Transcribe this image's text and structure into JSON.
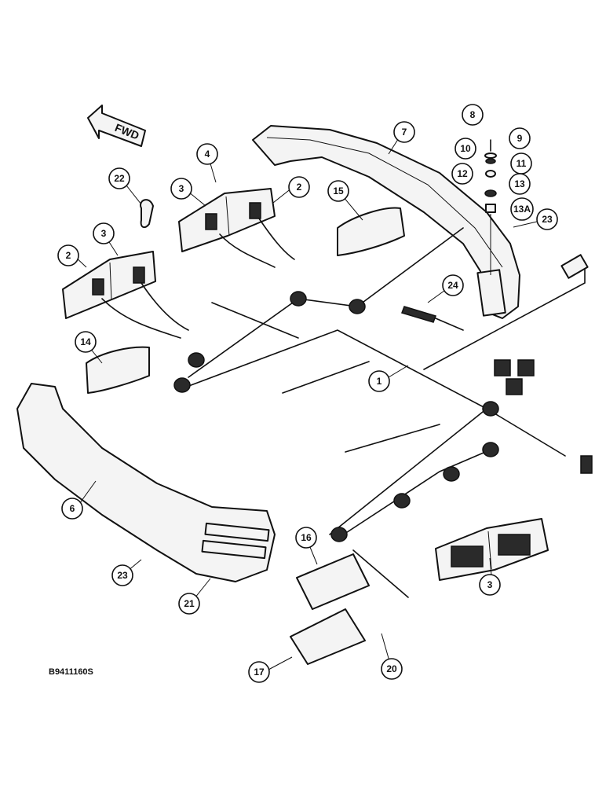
{
  "direction_arrow": {
    "label": "FWD"
  },
  "figure_id": "B9411160S",
  "callouts": [
    {
      "id": "c1",
      "label": "1"
    },
    {
      "id": "c2a",
      "label": "2"
    },
    {
      "id": "c2b",
      "label": "2"
    },
    {
      "id": "c3a",
      "label": "3"
    },
    {
      "id": "c3b",
      "label": "3"
    },
    {
      "id": "c3c",
      "label": "3"
    },
    {
      "id": "c4",
      "label": "4"
    },
    {
      "id": "c6",
      "label": "6"
    },
    {
      "id": "c7",
      "label": "7"
    },
    {
      "id": "c8",
      "label": "8"
    },
    {
      "id": "c9",
      "label": "9"
    },
    {
      "id": "c10",
      "label": "10"
    },
    {
      "id": "c11",
      "label": "11"
    },
    {
      "id": "c12",
      "label": "12"
    },
    {
      "id": "c13",
      "label": "13"
    },
    {
      "id": "c13a",
      "label": "13A"
    },
    {
      "id": "c14",
      "label": "14"
    },
    {
      "id": "c15",
      "label": "15"
    },
    {
      "id": "c16",
      "label": "16"
    },
    {
      "id": "c17",
      "label": "17"
    },
    {
      "id": "c20",
      "label": "20"
    },
    {
      "id": "c21",
      "label": "21"
    },
    {
      "id": "c22",
      "label": "22"
    },
    {
      "id": "c23a",
      "label": "23"
    },
    {
      "id": "c23b",
      "label": "23"
    },
    {
      "id": "c24",
      "label": "24"
    }
  ]
}
